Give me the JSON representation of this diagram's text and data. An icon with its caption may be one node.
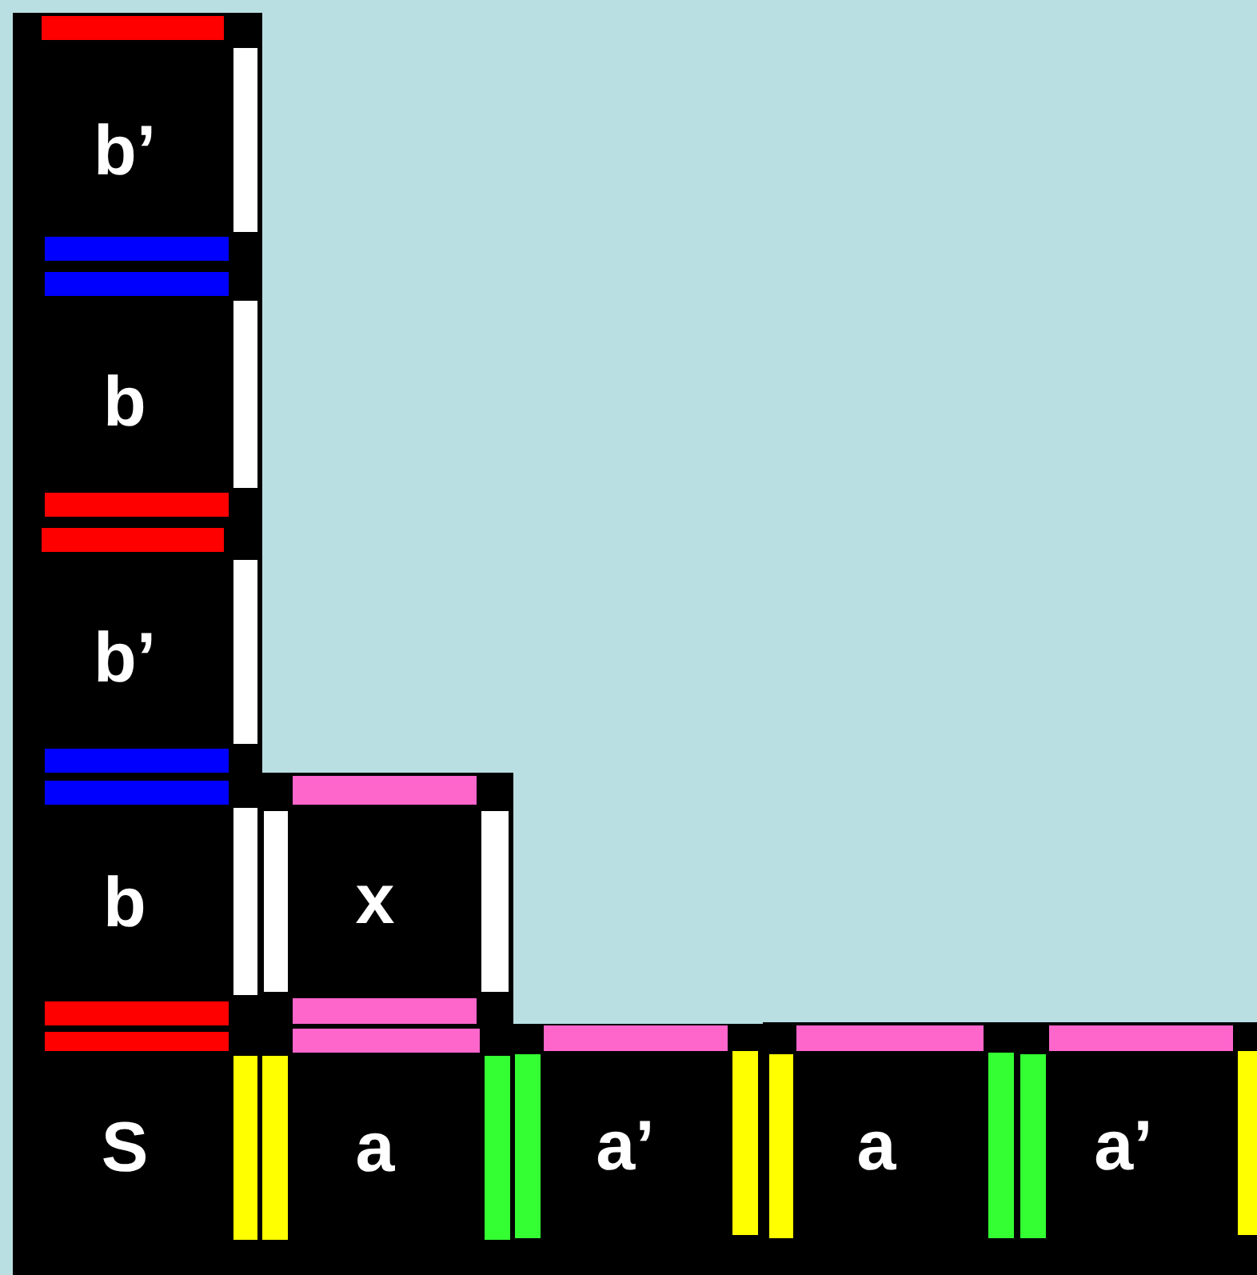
{
  "diagram": {
    "nodes": [
      {
        "text": [
          "b’"
        ]
      },
      {
        "text": [
          "b"
        ]
      },
      {
        "text": [
          "b’"
        ]
      },
      {
        "text": [
          "b"
        ]
      },
      {
        "text": [
          "x"
        ]
      },
      {
        "text": [
          "S"
        ]
      },
      {
        "text": [
          "a"
        ]
      },
      {
        "text": [
          "a’"
        ]
      },
      {
        "text": [
          "a"
        ]
      },
      {
        "text": [
          "a’"
        ]
      }
    ]
  }
}
